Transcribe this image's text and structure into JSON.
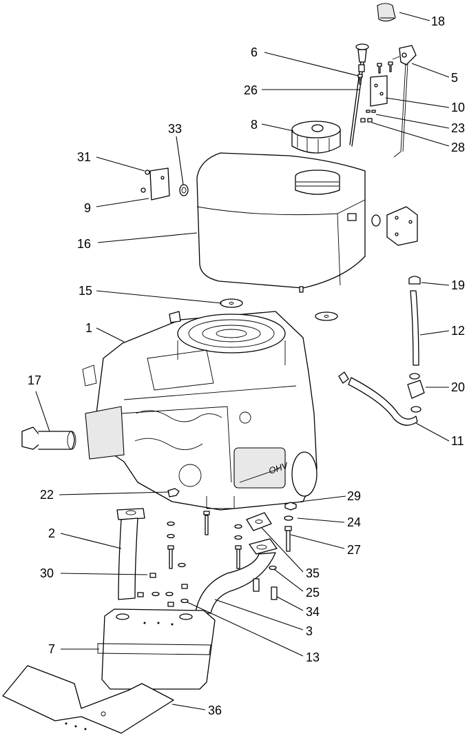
{
  "callouts": [
    {
      "id": "c1",
      "number": "1"
    },
    {
      "id": "c2",
      "number": "2"
    },
    {
      "id": "c3",
      "number": "3"
    },
    {
      "id": "c5",
      "number": "5"
    },
    {
      "id": "c6",
      "number": "6"
    },
    {
      "id": "c7",
      "number": "7"
    },
    {
      "id": "c8",
      "number": "8"
    },
    {
      "id": "c9",
      "number": "9"
    },
    {
      "id": "c10",
      "number": "10"
    },
    {
      "id": "c11",
      "number": "11"
    },
    {
      "id": "c12",
      "number": "12"
    },
    {
      "id": "c13",
      "number": "13"
    },
    {
      "id": "c15",
      "number": "15"
    },
    {
      "id": "c16",
      "number": "16"
    },
    {
      "id": "c17",
      "number": "17"
    },
    {
      "id": "c18",
      "number": "18"
    },
    {
      "id": "c19",
      "number": "19"
    },
    {
      "id": "c20",
      "number": "20"
    },
    {
      "id": "c22",
      "number": "22"
    },
    {
      "id": "c23",
      "number": "23"
    },
    {
      "id": "c24",
      "number": "24"
    },
    {
      "id": "c25",
      "number": "25"
    },
    {
      "id": "c26",
      "number": "26"
    },
    {
      "id": "c27",
      "number": "27"
    },
    {
      "id": "c28",
      "number": "28"
    },
    {
      "id": "c29",
      "number": "29"
    },
    {
      "id": "c30",
      "number": "30"
    },
    {
      "id": "c31",
      "number": "31"
    },
    {
      "id": "c33",
      "number": "33"
    },
    {
      "id": "c34",
      "number": "34"
    },
    {
      "id": "c35",
      "number": "35"
    },
    {
      "id": "c36",
      "number": "36"
    }
  ],
  "engine_badge_text": "OHV"
}
